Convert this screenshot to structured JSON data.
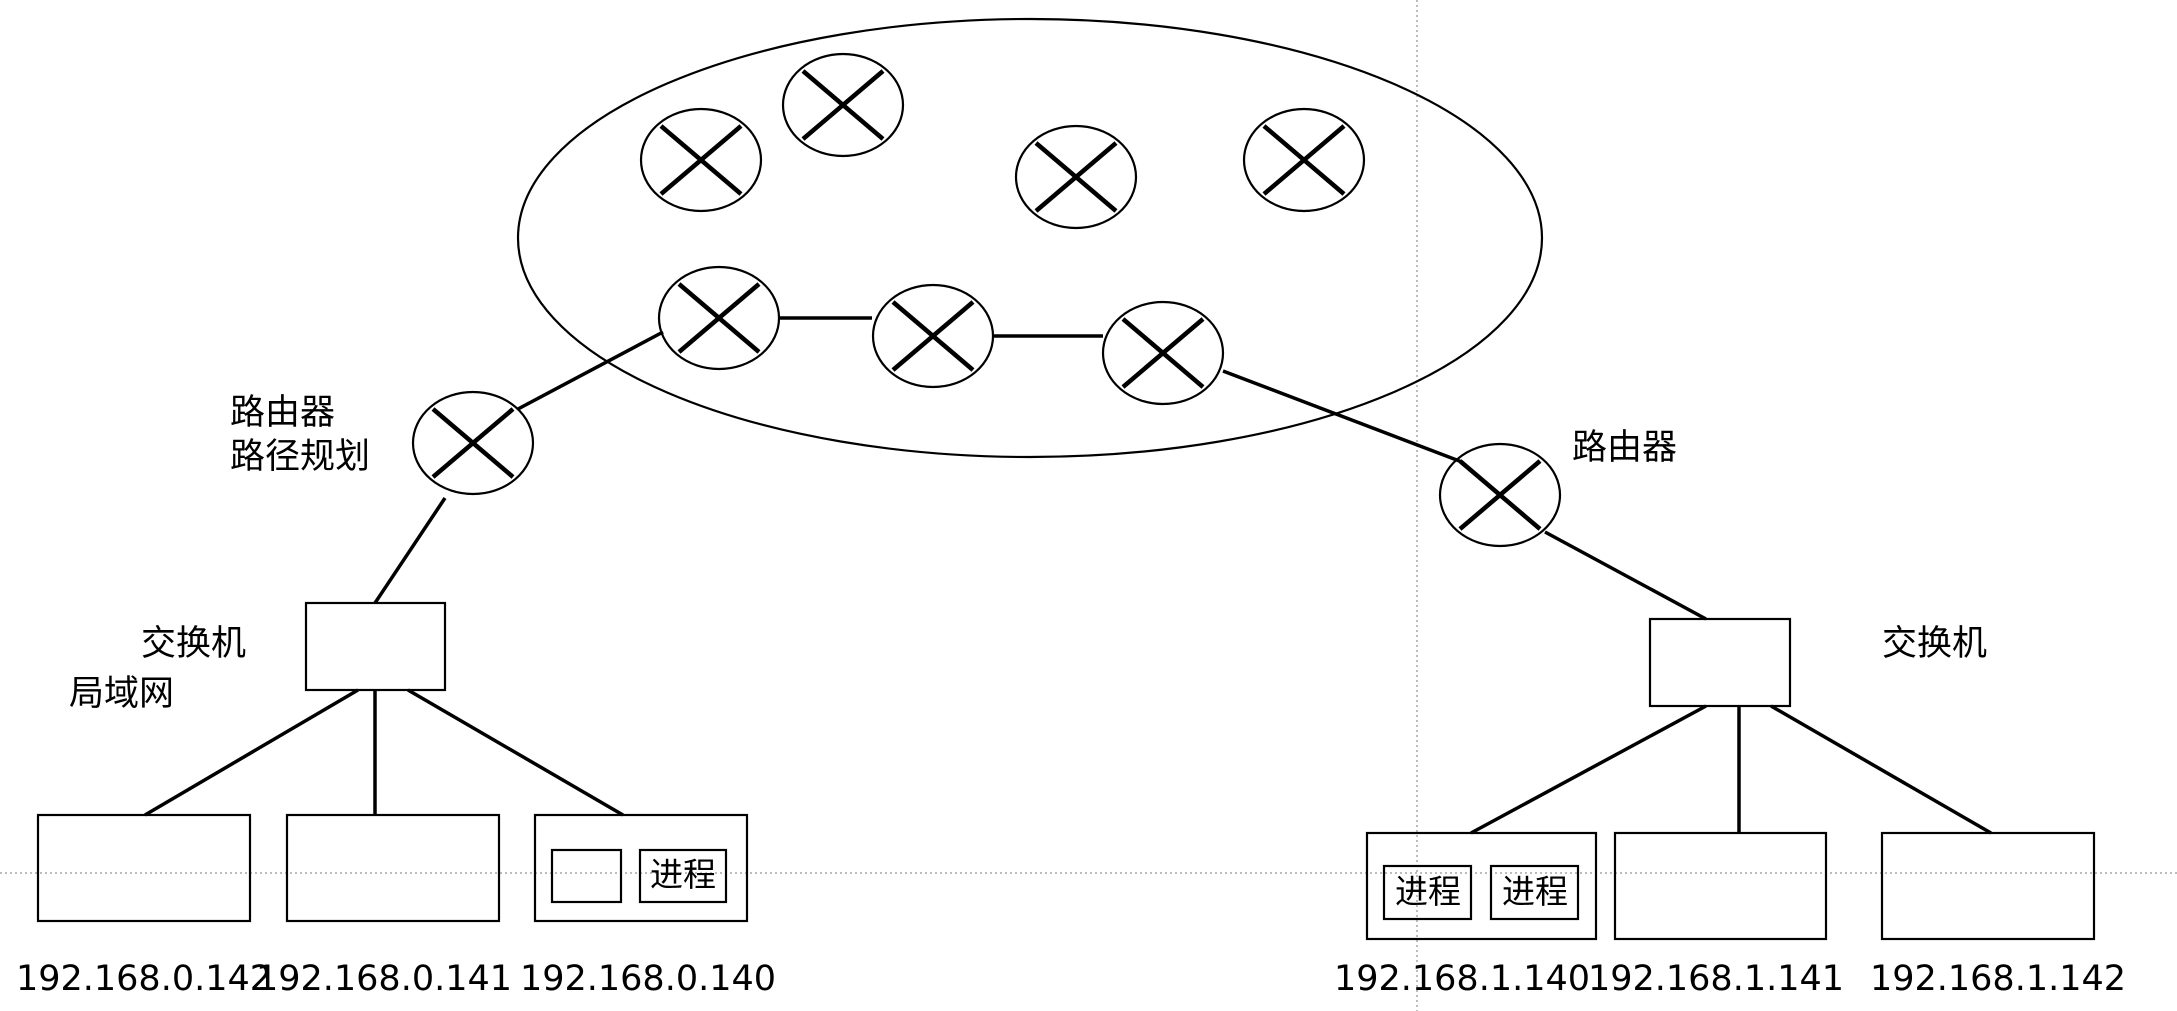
{
  "labels": {
    "left_router_name": "路由器",
    "left_router_role": "路径规划",
    "right_router_name": "路由器",
    "left_switch": "交换机",
    "right_switch": "交换机",
    "lan": "局域网"
  },
  "hosts": [
    {
      "ip": "192.168.0.142",
      "processes": []
    },
    {
      "ip": "192.168.0.141",
      "processes": []
    },
    {
      "ip": "192.168.0.140",
      "processes": [
        "",
        "进程"
      ]
    },
    {
      "ip": "192.168.1.140",
      "processes": [
        "进程",
        "进程"
      ]
    },
    {
      "ip": "192.168.1.141",
      "processes": []
    },
    {
      "ip": "192.168.1.142",
      "processes": []
    }
  ],
  "icons": {
    "router": "router-x-circle-icon",
    "switch": "switch-box-icon",
    "host": "host-box-icon"
  },
  "colors": {
    "line": "#000000",
    "guide": "#7a7a7a",
    "background": "#ffffff"
  }
}
